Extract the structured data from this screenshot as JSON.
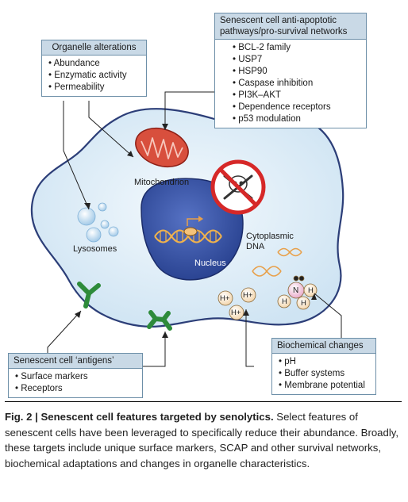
{
  "organelle_box": {
    "title": "Organelle alterations",
    "items": [
      "Abundance",
      "Enzymatic activity",
      "Permeability"
    ]
  },
  "antiapoptotic_box": {
    "title_line1": "Senescent cell anti-apoptotic",
    "title_line2": "pathways/pro-survival networks",
    "items": [
      "BCL-2 family",
      "USP7",
      "HSP90",
      "Caspase inhibition",
      "PI3K–AKT",
      "Dependence receptors",
      "p53 modulation"
    ]
  },
  "antigens_box": {
    "title": "Senescent cell ‘antigens’",
    "items": [
      "Surface markers",
      "Receptors"
    ]
  },
  "biochem_box": {
    "title": "Biochemical changes",
    "items": [
      "pH",
      "Buffer systems",
      "Membrane potential"
    ]
  },
  "labels": {
    "mitochondrion": "Mitochondrion",
    "lysosomes": "Lysosomes",
    "nucleus": "Nucleus",
    "cyto_line1": "Cytoplasmic",
    "cyto_line2": "DNA",
    "h_plus": "H+",
    "h": "H",
    "n": "N"
  },
  "caption": {
    "fig_label": "Fig. 2 | Senescent cell features targeted by senolytics.",
    "text": " Select features of senescent cells have been leveraged to specifically reduce their abundance. Broadly, these targets include unique surface markers, SCAP and other survival networks, biochemical adaptations and changes in organelle characteristics."
  },
  "colors": {
    "cell_fill": "#e4f1fa",
    "cell_stroke": "#2c3e78",
    "nucleus_fill": "#3b58a8",
    "mitochondrion": "#c0392b",
    "box_header": "#c9d9e6",
    "prohibit_red": "#d62828",
    "receptor_green": "#2e8b3a",
    "dna_orange": "#e8a04a"
  }
}
